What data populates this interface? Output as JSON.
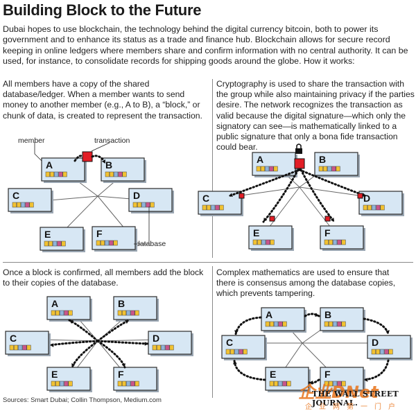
{
  "title": "Building Block to the Future",
  "intro": "Dubai hopes to use blockchain, the technology behind the digital currency bitcoin, both to power its government and to enhance its status as a trade and finance hub. Blockchain allows for secure record keeping in online ledgers where members share and confirm information with no central authority. It can be used, for instance, to consolidate records for shipping goods around the globe. How it works:",
  "panels": [
    {
      "text": "All members have a copy of the shared database/ledger. When a member wants to send money to another member (e.g., A to B), a “block,” or chunk of data, is created to represent the transaction."
    },
    {
      "text": "Cryptography is used to share the transaction with the group while also maintaining privacy if the parties desire. The network recognizes the transaction as valid because the digital signature—which only the signatory can see—is mathematically linked to a public signature that only a bona fide transaction could bear."
    },
    {
      "text": "Once a block is confirmed, all members add the block to their copies of the database."
    },
    {
      "text": "Complex mathematics are used to ensure that there is consensus among the database copies, which prevents tampering."
    }
  ],
  "labels": {
    "member": "member",
    "transaction": "transaction",
    "database": "database"
  },
  "nodes": [
    "A",
    "B",
    "C",
    "D",
    "E",
    "F"
  ],
  "source": "Sources: Smart Dubai; Collin Thompson, Medium.com",
  "publisher": "THE WALL STREET JOURNAL.",
  "watermark": {
    "logo": "企业DNet",
    "sub": "企业网第一门户"
  },
  "colors": {
    "node_fill": "#d7e7f4",
    "node_stroke": "#2b2b2b",
    "block": "#e21e26",
    "cells": [
      "#f2c232",
      "#f2c232",
      "#8fb3d9",
      "#c9558a",
      "#f2c232"
    ]
  }
}
